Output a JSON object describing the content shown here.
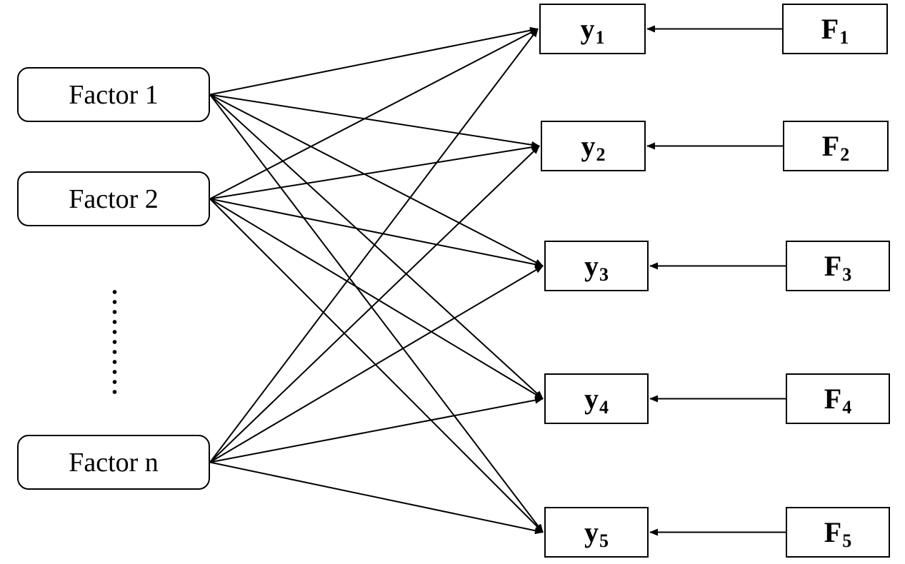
{
  "diagram": {
    "factors": [
      {
        "id": "f1",
        "label": "Factor 1"
      },
      {
        "id": "f2",
        "label": "Factor 2"
      },
      {
        "id": "fn",
        "label": "Factor n"
      }
    ],
    "outputs": [
      {
        "id": "y1",
        "base": "y",
        "sub": "1"
      },
      {
        "id": "y2",
        "base": "y",
        "sub": "2"
      },
      {
        "id": "y3",
        "base": "y",
        "sub": "3"
      },
      {
        "id": "y4",
        "base": "y",
        "sub": "4"
      },
      {
        "id": "y5",
        "base": "y",
        "sub": "5"
      }
    ],
    "inputs": [
      {
        "id": "F1",
        "base": "F",
        "sub": "1",
        "target": "y1"
      },
      {
        "id": "F2",
        "base": "F",
        "sub": "2",
        "target": "y2"
      },
      {
        "id": "F3",
        "base": "F",
        "sub": "3",
        "target": "y3"
      },
      {
        "id": "F4",
        "base": "F",
        "sub": "4",
        "target": "y4"
      },
      {
        "id": "F5",
        "base": "F",
        "sub": "5",
        "target": "y5"
      }
    ],
    "edges": [
      [
        "f1",
        "y1"
      ],
      [
        "f1",
        "y2"
      ],
      [
        "f1",
        "y3"
      ],
      [
        "f1",
        "y4"
      ],
      [
        "f1",
        "y5"
      ],
      [
        "f2",
        "y1"
      ],
      [
        "f2",
        "y2"
      ],
      [
        "f2",
        "y3"
      ],
      [
        "f2",
        "y4"
      ],
      [
        "f2",
        "y5"
      ],
      [
        "fn",
        "y1"
      ],
      [
        "fn",
        "y2"
      ],
      [
        "fn",
        "y3"
      ],
      [
        "fn",
        "y4"
      ],
      [
        "fn",
        "y5"
      ]
    ]
  }
}
